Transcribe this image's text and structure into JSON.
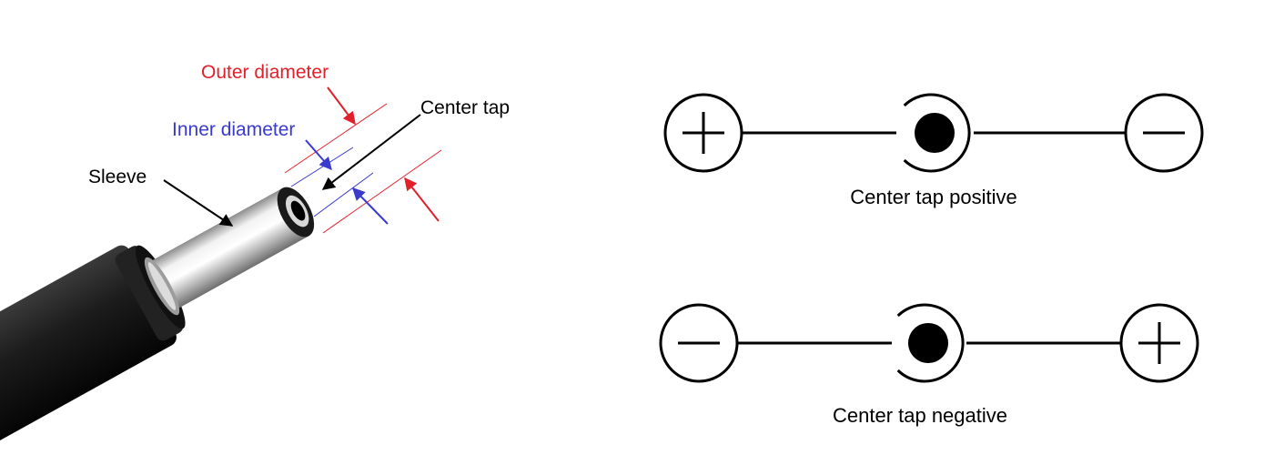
{
  "plug": {
    "labels": {
      "outer_diameter": "Outer diameter",
      "inner_diameter": "Inner diameter",
      "center_tap": "Center tap",
      "sleeve": "Sleeve"
    },
    "colors": {
      "outer": "#e0202a",
      "inner": "#3a3ad0",
      "pointer": "#000000",
      "body": "#1a1a1a"
    }
  },
  "polarity": {
    "positive": {
      "caption": "Center tap positive",
      "left_symbol": "plus-icon",
      "right_symbol": "minus-icon"
    },
    "negative": {
      "caption": "Center tap negative",
      "left_symbol": "minus-icon",
      "right_symbol": "plus-icon"
    }
  }
}
